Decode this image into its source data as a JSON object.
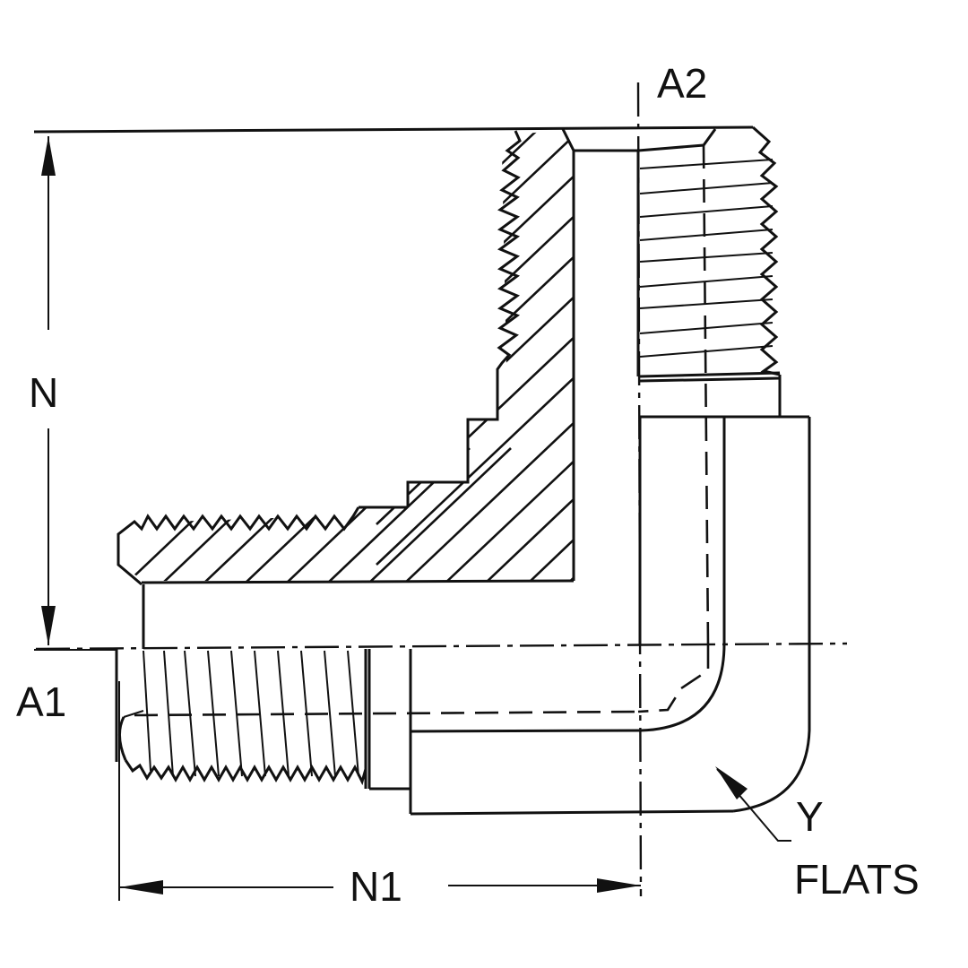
{
  "drawing": {
    "subject": "90 degree elbow fitting, male pipe thread both ends, sectional view",
    "line_color": "#111111",
    "background_color": "#ffffff"
  },
  "labels": {
    "n": "N",
    "n1": "N1",
    "a1": "A1",
    "a2": "A2",
    "y": "Y",
    "flats": "FLATS"
  }
}
